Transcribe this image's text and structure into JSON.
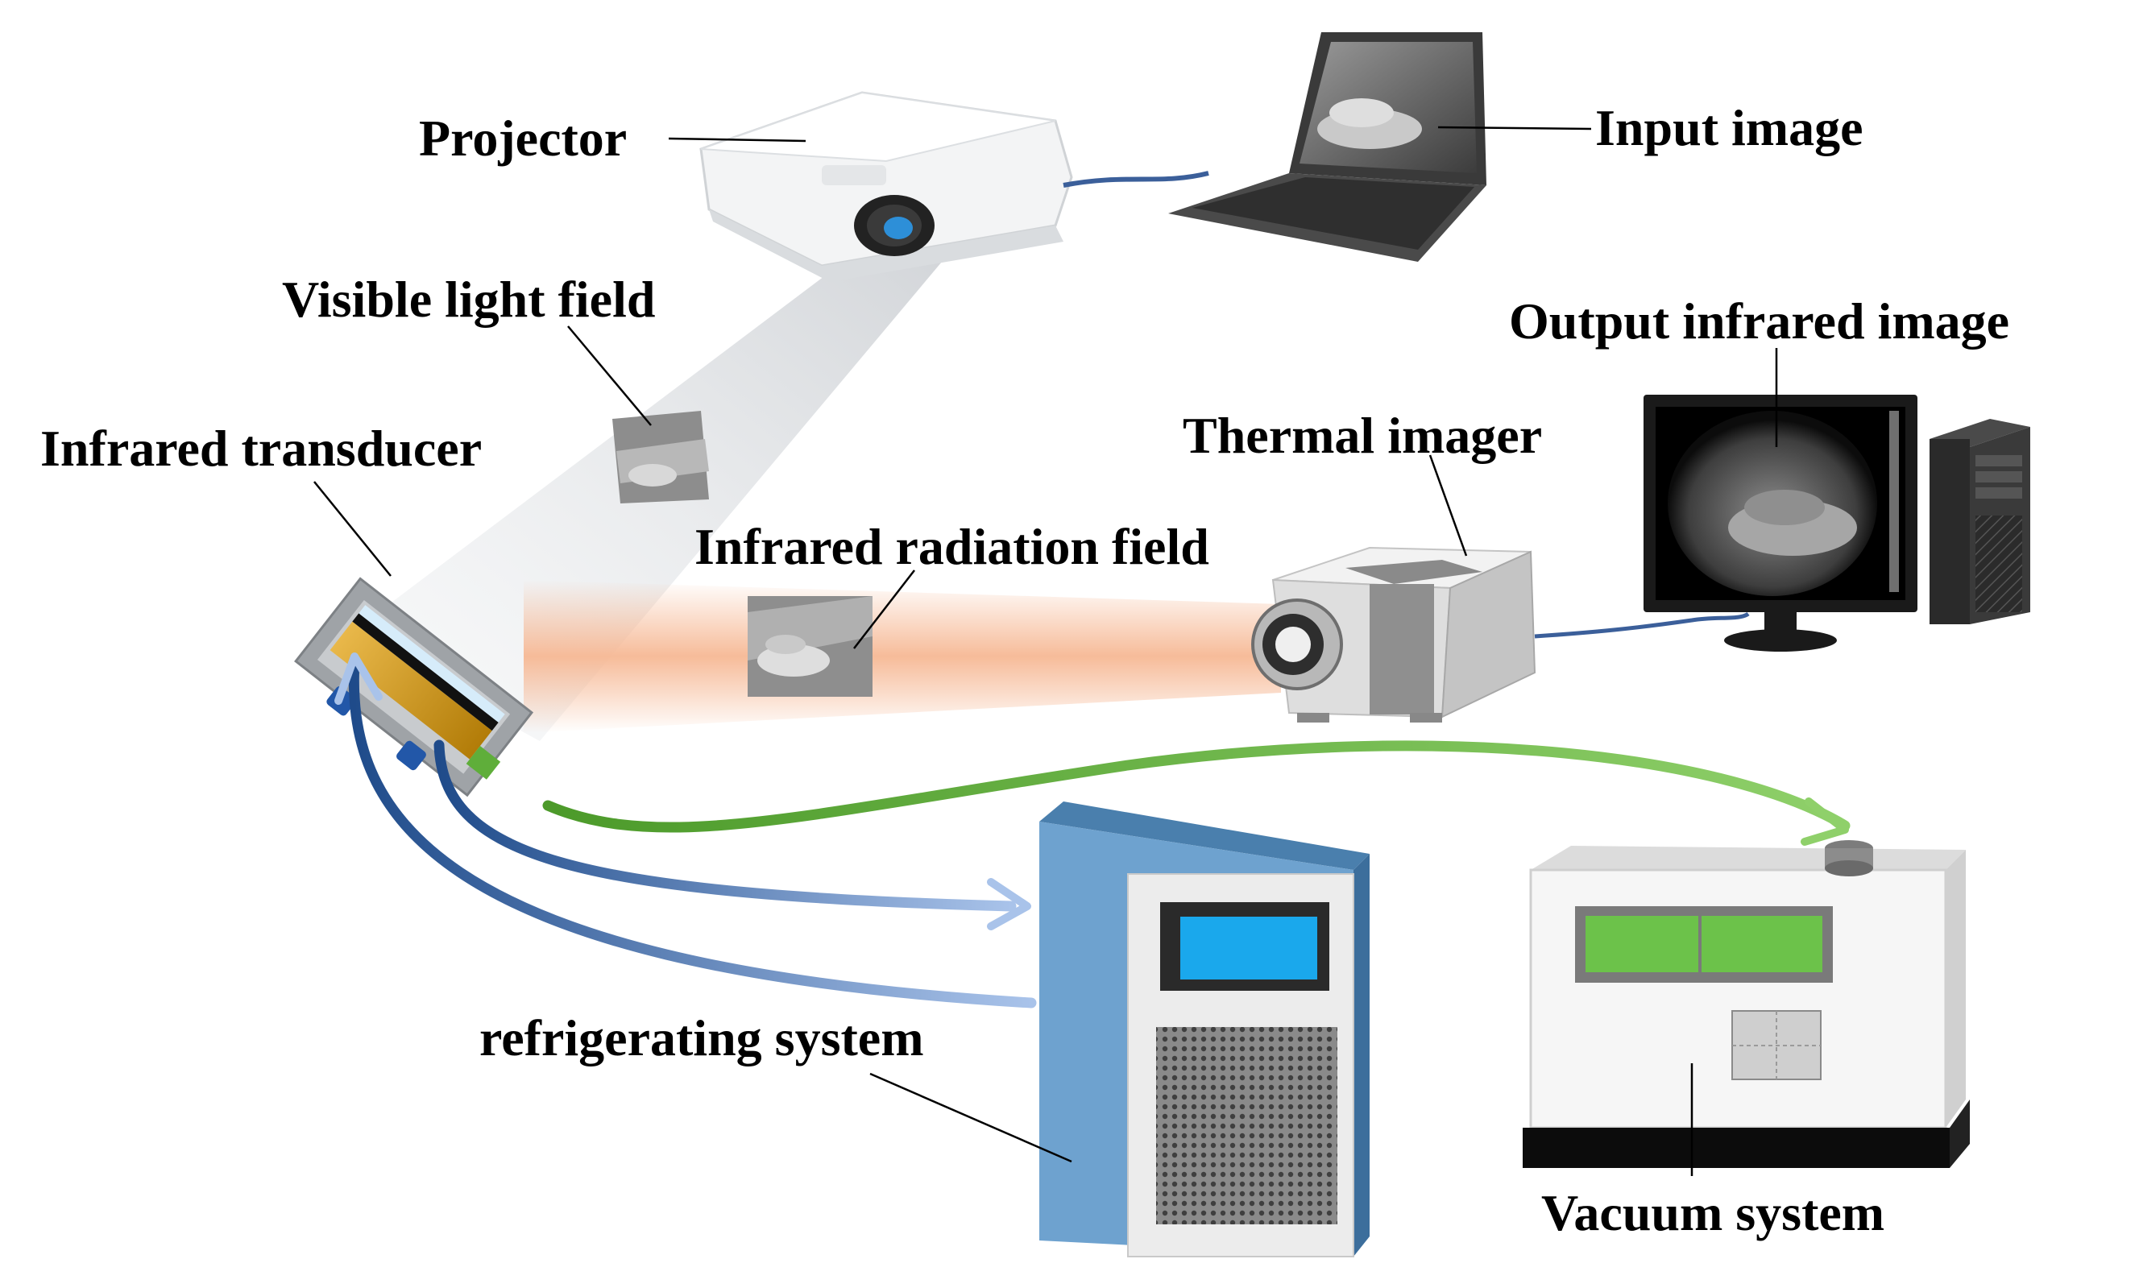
{
  "labels": {
    "projector": "Projector",
    "input_image": "Input image",
    "visible_light_field": "Visible light field",
    "output_infrared_image": "Output infrared image",
    "infrared_transducer": "Infrared transducer",
    "thermal_imager": "Thermal imager",
    "infrared_radiation_field": "Infrared radiation field",
    "refrigerating_system": "refrigerating system",
    "vacuum_system": "Vacuum system"
  },
  "colors": {
    "cable_blue": "#3b5f9a",
    "coolant_dark_blue": "#1f4b8a",
    "coolant_light_blue": "#a9c3ea",
    "vacuum_line_green": "#6bbd45",
    "ir_beam": "#f6b894",
    "refrigerator_body": "#6ea2cf",
    "refrigerator_display": "#1aa8ec",
    "vacuum_display": "#6cc24a",
    "transducer_gold": "#d49a12"
  }
}
